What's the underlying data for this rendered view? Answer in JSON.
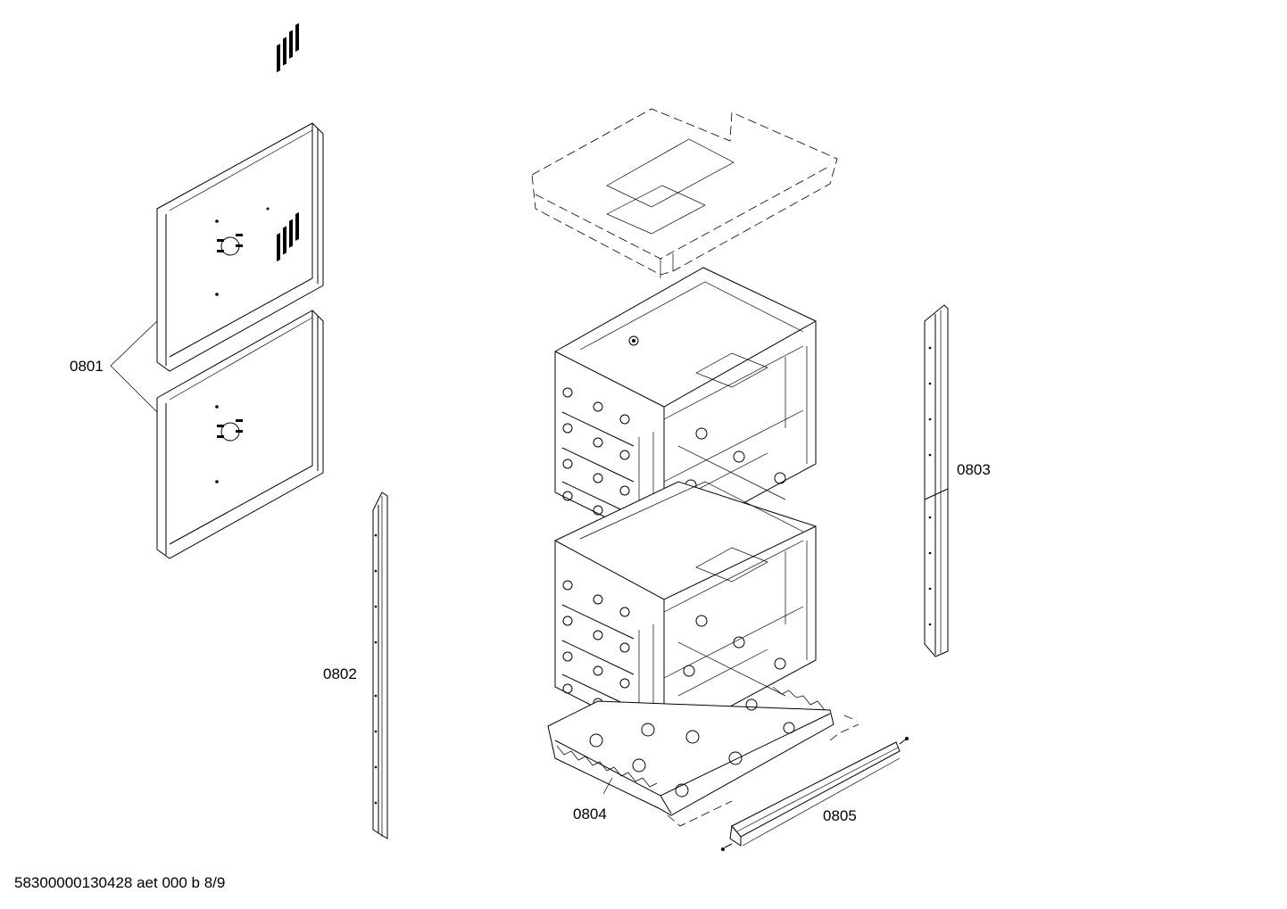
{
  "parts": [
    {
      "id": "side-panels",
      "label": "0801"
    },
    {
      "id": "left-rail",
      "label": "0802"
    },
    {
      "id": "right-rail",
      "label": "0803"
    },
    {
      "id": "bottom-tray",
      "label": "0804"
    },
    {
      "id": "front-strip",
      "label": "0805"
    }
  ],
  "footer_text": "58300000130428 aet 000 b 8/9"
}
